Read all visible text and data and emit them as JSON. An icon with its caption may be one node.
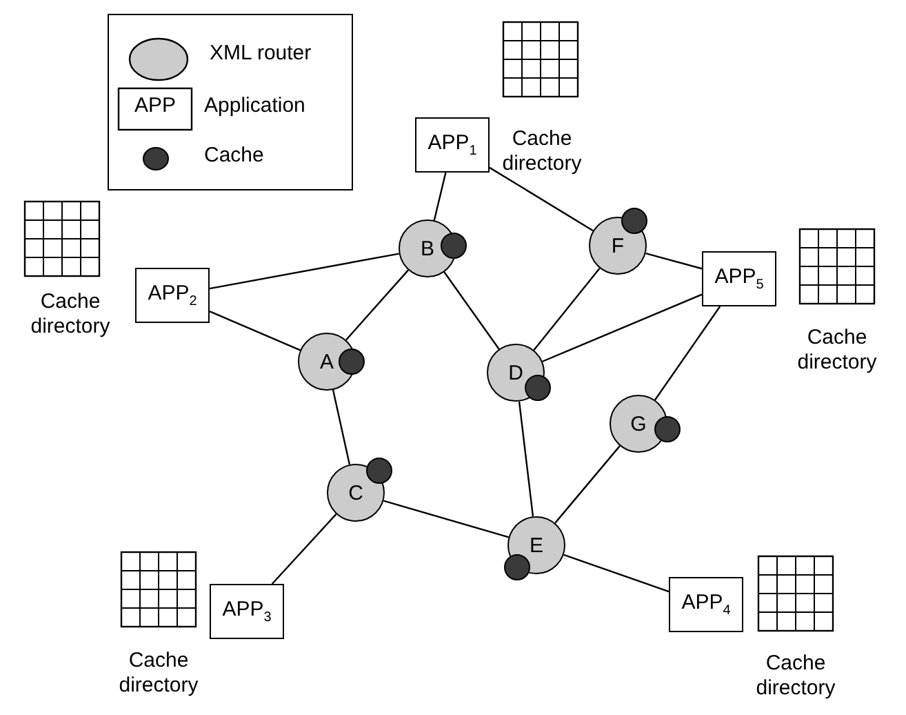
{
  "diagram": {
    "nodes": [
      {
        "text": [
          "APP$_{1}$"
        ]
      },
      {
        "text": [
          "B"
        ]
      },
      {
        "text": [
          "F"
        ]
      },
      {
        "text": [
          "APP$_{5}$"
        ]
      },
      {
        "text": [
          "APP$_{2}$"
        ]
      },
      {
        "text": [
          "A"
        ]
      },
      {
        "text": [
          "D"
        ]
      },
      {
        "text": [
          "G"
        ]
      },
      {
        "text": [
          "C"
        ]
      },
      {
        "text": [
          "E"
        ]
      },
      {
        "text": [
          "APP$_{3}$"
        ]
      },
      {
        "text": [
          "APP$_{4}$"
        ]
      }
    ],
    "edges": [
      {
        "from": 0,
        "to": 1,
        "arrow": "none"
      },
      {
        "from": 0,
        "to": 2,
        "arrow": "none"
      },
      {
        "from": 4,
        "to": 1,
        "arrow": "none"
      },
      {
        "from": 4,
        "to": 5,
        "arrow": "none"
      },
      {
        "from": 1,
        "to": 5,
        "arrow": "none"
      },
      {
        "from": 1,
        "to": 6,
        "arrow": "none"
      },
      {
        "from": 2,
        "to": 6,
        "arrow": "none"
      },
      {
        "from": 2,
        "to": 3,
        "arrow": "none"
      },
      {
        "from": 6,
        "to": 3,
        "arrow": "none"
      },
      {
        "from": 3,
        "to": 7,
        "arrow": "none"
      },
      {
        "from": 5,
        "to": 8,
        "arrow": "none"
      },
      {
        "from": 6,
        "to": 9,
        "arrow": "none"
      },
      {
        "from": 7,
        "to": 9,
        "arrow": "none"
      },
      {
        "from": 8,
        "to": 9,
        "arrow": "none"
      },
      {
        "from": 8,
        "to": 10,
        "arrow": "none"
      },
      {
        "from": 9,
        "to": 11,
        "arrow": "none"
      }
    ],
    "labels": [
      "APP",
      "Cache directory",
      "Cache directory",
      "Cache directory",
      "Cache directory",
      "Cache directory"
    ],
    "legend": [
      {
        "text": "XML router"
      },
      {
        "text": "Application"
      },
      {
        "text": "Cache"
      }
    ]
  }
}
